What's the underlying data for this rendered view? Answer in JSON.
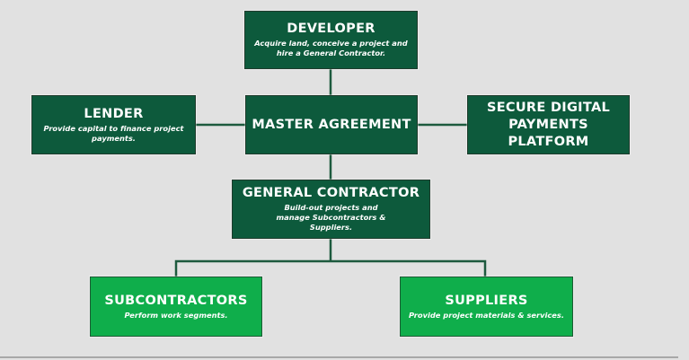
{
  "diagram": {
    "nodes": {
      "developer": {
        "title": "DEVELOPER",
        "description": "Acquire land, conceive a project and hire a General Contractor."
      },
      "lender": {
        "title": "LENDER",
        "description": "Provide capital to finance project payments."
      },
      "master_agreement": {
        "title": "MASTER AGREEMENT"
      },
      "secure_platform": {
        "title": "SECURE DIGITAL PAYMENTS PLATFORM"
      },
      "general_contractor": {
        "title": "GENERAL CONTRACTOR",
        "description": "Build-out projects and manage Subcontractors & Suppliers."
      },
      "subcontractors": {
        "title": "SUBCONTRACTORS",
        "description": "Perform work segments."
      },
      "suppliers": {
        "title": "SUPPLIERS",
        "description": "Provide project materials & services."
      }
    },
    "edges": [
      [
        "developer",
        "master_agreement"
      ],
      [
        "lender",
        "master_agreement"
      ],
      [
        "master_agreement",
        "secure_platform"
      ],
      [
        "master_agreement",
        "general_contractor"
      ],
      [
        "general_contractor",
        "subcontractors"
      ],
      [
        "general_contractor",
        "suppliers"
      ]
    ],
    "colors": {
      "dark_green": "#0d5a3c",
      "bright_green": "#0fae4b",
      "connector": "#1d5a3e",
      "background": "#e1e1e1"
    }
  }
}
